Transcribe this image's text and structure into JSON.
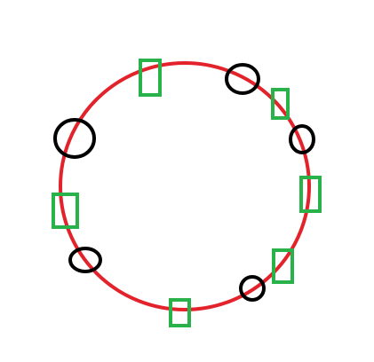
{
  "diagram": {
    "background_color": "#ffffff",
    "circle": {
      "name": "main-circle",
      "stroke_color": "#e3232b"
    },
    "markers": [
      {
        "name": "marker-rect-1",
        "kind": "rectangle",
        "stroke_color": "#2ab24a"
      },
      {
        "name": "marker-ellipse-1",
        "kind": "ellipse",
        "stroke_color": "#000000"
      },
      {
        "name": "marker-rect-2",
        "kind": "rectangle",
        "stroke_color": "#2ab24a"
      },
      {
        "name": "marker-ellipse-2",
        "kind": "ellipse",
        "stroke_color": "#000000"
      },
      {
        "name": "marker-ellipse-3",
        "kind": "ellipse",
        "stroke_color": "#000000"
      },
      {
        "name": "marker-rect-3",
        "kind": "rectangle",
        "stroke_color": "#2ab24a"
      },
      {
        "name": "marker-rect-4",
        "kind": "rectangle",
        "stroke_color": "#2ab24a"
      },
      {
        "name": "marker-rect-5",
        "kind": "rectangle",
        "stroke_color": "#2ab24a"
      },
      {
        "name": "marker-ellipse-4",
        "kind": "ellipse",
        "stroke_color": "#000000"
      },
      {
        "name": "marker-ellipse-5",
        "kind": "ellipse",
        "stroke_color": "#000000"
      },
      {
        "name": "marker-rect-6",
        "kind": "rectangle",
        "stroke_color": "#2ab24a"
      },
      {
        "name": "marker-ellipse-6",
        "kind": "ellipse",
        "stroke_color": "#000000"
      }
    ]
  }
}
